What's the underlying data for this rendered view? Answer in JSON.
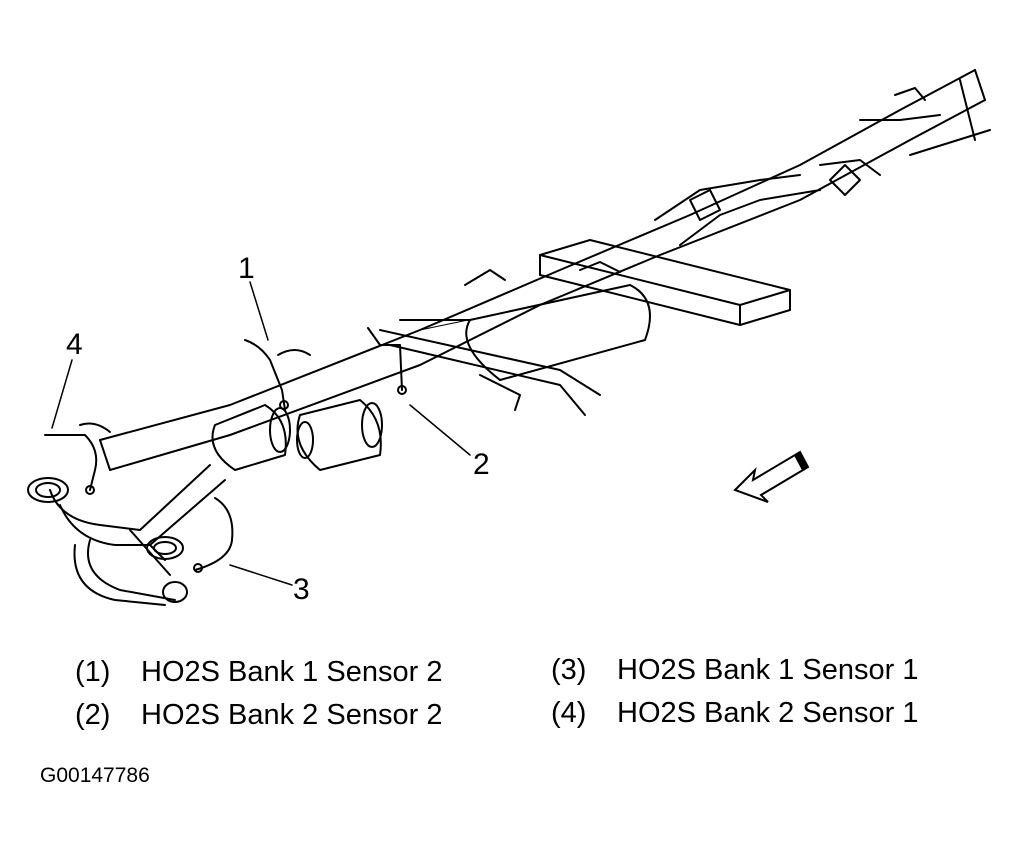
{
  "callouts": [
    {
      "id": "1",
      "label": "1"
    },
    {
      "id": "2",
      "label": "2"
    },
    {
      "id": "3",
      "label": "3"
    },
    {
      "id": "4",
      "label": "4"
    }
  ],
  "legend": [
    {
      "num": "(1)",
      "text": "HO2S Bank 1 Sensor 2"
    },
    {
      "num": "(2)",
      "text": "HO2S Bank 2 Sensor 2"
    },
    {
      "num": "(3)",
      "text": "HO2S Bank 1 Sensor 1"
    },
    {
      "num": "(4)",
      "text": "HO2S Bank 2 Sensor 1"
    }
  ],
  "figure_id": "G00147786",
  "icons": {
    "direction_arrow": "forward-direction-arrow-icon"
  },
  "colors": {
    "line": "#000000",
    "background": "#ffffff"
  }
}
